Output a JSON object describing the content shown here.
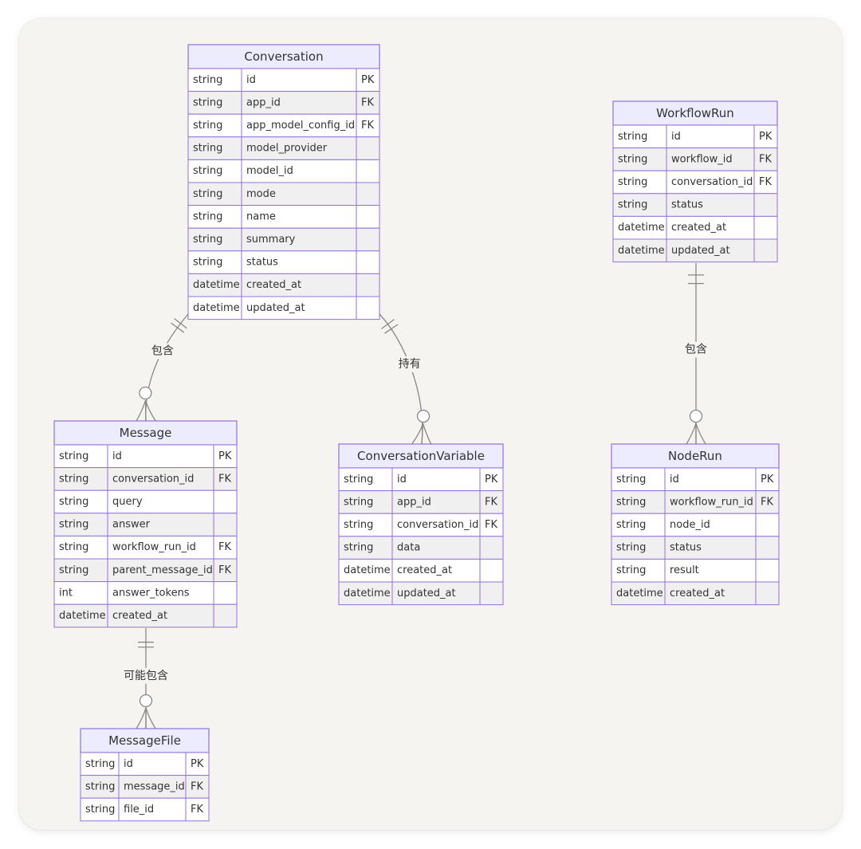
{
  "entities": [
    {
      "key": "conversation",
      "name": "Conversation",
      "rows": [
        [
          "string",
          "id",
          "PK"
        ],
        [
          "string",
          "app_id",
          "FK"
        ],
        [
          "string",
          "app_model_config_id",
          "FK"
        ],
        [
          "string",
          "model_provider",
          ""
        ],
        [
          "string",
          "model_id",
          ""
        ],
        [
          "string",
          "mode",
          ""
        ],
        [
          "string",
          "name",
          ""
        ],
        [
          "string",
          "summary",
          ""
        ],
        [
          "string",
          "status",
          ""
        ],
        [
          "datetime",
          "created_at",
          ""
        ],
        [
          "datetime",
          "updated_at",
          ""
        ]
      ]
    },
    {
      "key": "workflowrun",
      "name": "WorkflowRun",
      "rows": [
        [
          "string",
          "id",
          "PK"
        ],
        [
          "string",
          "workflow_id",
          "FK"
        ],
        [
          "string",
          "conversation_id",
          "FK"
        ],
        [
          "string",
          "status",
          ""
        ],
        [
          "datetime",
          "created_at",
          ""
        ],
        [
          "datetime",
          "updated_at",
          ""
        ]
      ]
    },
    {
      "key": "message",
      "name": "Message",
      "rows": [
        [
          "string",
          "id",
          "PK"
        ],
        [
          "string",
          "conversation_id",
          "FK"
        ],
        [
          "string",
          "query",
          ""
        ],
        [
          "string",
          "answer",
          ""
        ],
        [
          "string",
          "workflow_run_id",
          "FK"
        ],
        [
          "string",
          "parent_message_id",
          "FK"
        ],
        [
          "int",
          "answer_tokens",
          ""
        ],
        [
          "datetime",
          "created_at",
          ""
        ]
      ]
    },
    {
      "key": "conversationvariable",
      "name": "ConversationVariable",
      "rows": [
        [
          "string",
          "id",
          "PK"
        ],
        [
          "string",
          "app_id",
          "FK"
        ],
        [
          "string",
          "conversation_id",
          "FK"
        ],
        [
          "string",
          "data",
          ""
        ],
        [
          "datetime",
          "created_at",
          ""
        ],
        [
          "datetime",
          "updated_at",
          ""
        ]
      ]
    },
    {
      "key": "noderun",
      "name": "NodeRun",
      "rows": [
        [
          "string",
          "id",
          "PK"
        ],
        [
          "string",
          "workflow_run_id",
          "FK"
        ],
        [
          "string",
          "node_id",
          ""
        ],
        [
          "string",
          "status",
          ""
        ],
        [
          "string",
          "result",
          ""
        ],
        [
          "datetime",
          "created_at",
          ""
        ]
      ]
    },
    {
      "key": "messagefile",
      "name": "MessageFile",
      "rows": [
        [
          "string",
          "id",
          "PK"
        ],
        [
          "string",
          "message_id",
          "FK"
        ],
        [
          "string",
          "file_id",
          "FK"
        ]
      ]
    }
  ],
  "relationships": [
    {
      "key": "conv-msg",
      "from": "Conversation",
      "to": "Message",
      "label": "包含",
      "from_card": "exactly-one",
      "to_card": "zero-or-more"
    },
    {
      "key": "conv-var",
      "from": "Conversation",
      "to": "ConversationVariable",
      "label": "持有",
      "from_card": "exactly-one",
      "to_card": "zero-or-more"
    },
    {
      "key": "wr-node",
      "from": "WorkflowRun",
      "to": "NodeRun",
      "label": "包含",
      "from_card": "exactly-one",
      "to_card": "zero-or-more"
    },
    {
      "key": "msg-file",
      "from": "Message",
      "to": "MessageFile",
      "label": "可能包含",
      "from_card": "exactly-one",
      "to_card": "zero-or-more"
    }
  ]
}
